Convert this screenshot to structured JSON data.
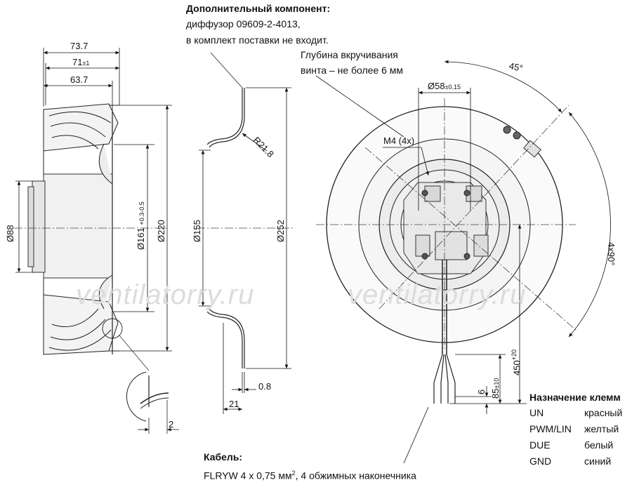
{
  "component_note": {
    "title": "Дополнительный компонент:",
    "line1": "диффузор 09609-2-4013,",
    "line2": "в комплект поставки не входит."
  },
  "screw_note": {
    "line1": "Глубина вкручивания",
    "line2": "винта – не более 6 мм"
  },
  "cable_note": {
    "title": "Кабель:",
    "line_prefix": "FLRYW 4 x 0,75 мм",
    "superscript": "2",
    "line_suffix": ", 4 обжимных наконечника"
  },
  "dimensions": {
    "d73_7": "73.7",
    "d71": "71",
    "d71_tol": "±1",
    "d63_7": "63.7",
    "d88": "Ø88",
    "d161": "Ø161",
    "d161_tol_plus": "+0.3",
    "d161_tol_minus": "-0.5",
    "d220": "Ø220",
    "d2": "2",
    "r21_8": "R21.8",
    "d155": "Ø155",
    "d252": "Ø252",
    "d0_8": "0.8",
    "d21": "21",
    "d58": "Ø58",
    "d58_tol": "±0.15",
    "m4": "M4 (4x)",
    "a45": "45°",
    "a4x90": "4x90°",
    "l450": "450",
    "l450_tol": "+20",
    "l85": "85",
    "l85_tol": "±10",
    "l6": "6"
  },
  "terminals": {
    "title": "Назначение клемм",
    "rows": [
      {
        "pin": "UN",
        "color": "красный"
      },
      {
        "pin": "PWM/LIN",
        "color": "желтый"
      },
      {
        "pin": "DUE",
        "color": "белый"
      },
      {
        "pin": "GND",
        "color": "синий"
      }
    ]
  },
  "watermark": "ventilatorry.ru"
}
